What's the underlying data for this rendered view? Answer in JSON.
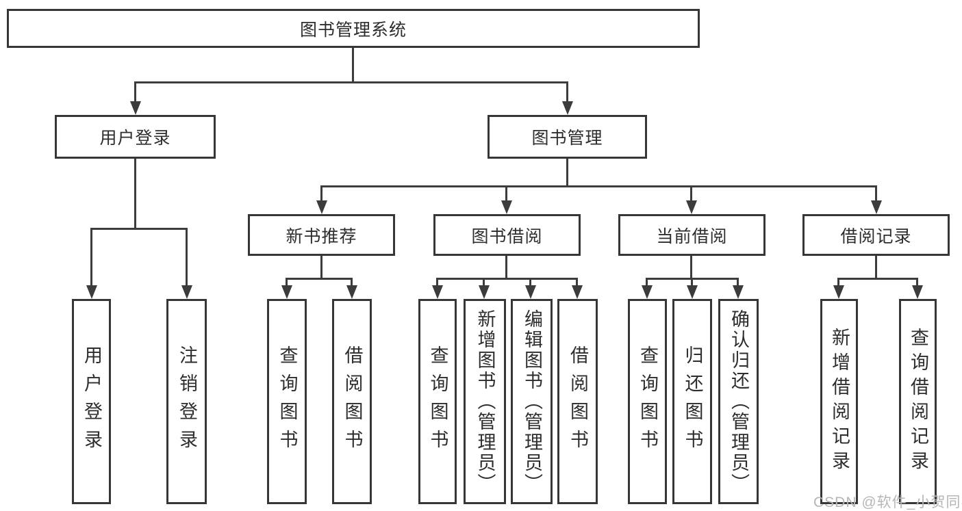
{
  "tree": {
    "root": "图书管理系统",
    "branches": [
      {
        "label": "用户登录",
        "children": [
          "用户登录",
          "注销登录"
        ]
      },
      {
        "label": "图书管理",
        "children": [
          {
            "label": "新书推荐",
            "children": [
              "查询图书",
              "借阅图书"
            ]
          },
          {
            "label": "图书借阅",
            "children": [
              "查询图书",
              "新增图书（管理员）",
              "编辑图书（管理员）",
              "借阅图书"
            ]
          },
          {
            "label": "当前借阅",
            "children": [
              "查询图书",
              "归还图书",
              "确认归还（管理员）"
            ]
          },
          {
            "label": "借阅记录",
            "children": [
              "新增借阅记录",
              "查询借阅记录"
            ]
          }
        ]
      }
    ]
  },
  "watermark": "CSDN @软件_小贺同学",
  "colors": {
    "line": "#3c3c3c",
    "text": "#2d2d2d",
    "background": "#ffffff",
    "watermark": "#b6b6b6"
  }
}
